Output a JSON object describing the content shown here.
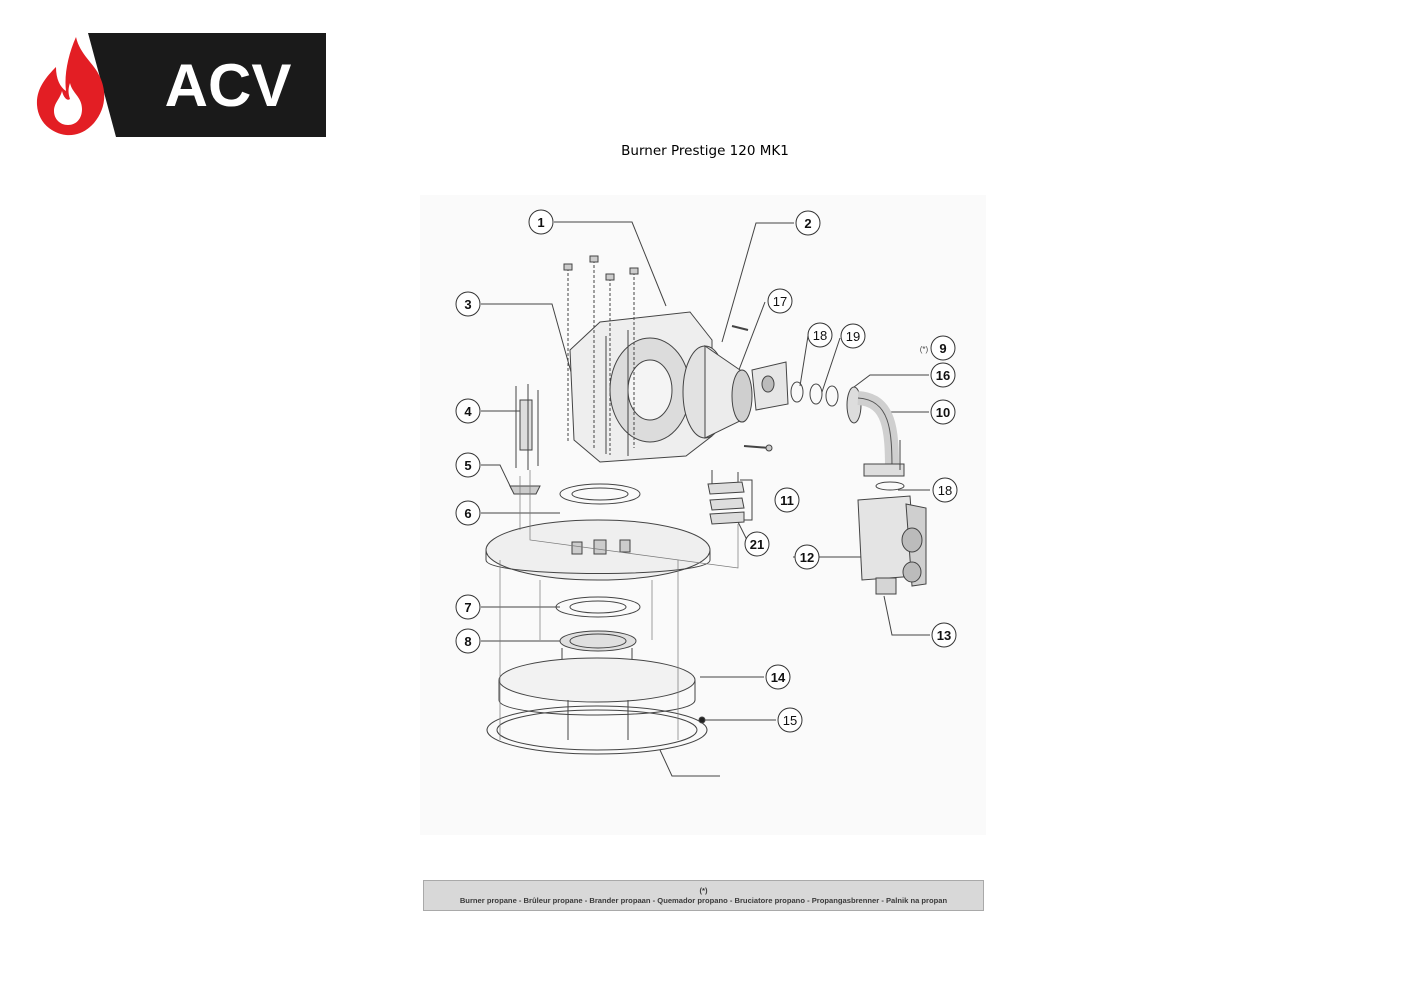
{
  "brand": {
    "name": "ACV",
    "accent_color": "#e31e24",
    "bar_color": "#1a1a1a"
  },
  "title": "Burner Prestige 120 MK1",
  "callouts": [
    {
      "label": "1",
      "bold": true
    },
    {
      "label": "2",
      "bold": true
    },
    {
      "label": "3",
      "bold": true
    },
    {
      "label": "4",
      "bold": true
    },
    {
      "label": "5",
      "bold": true
    },
    {
      "label": "6",
      "bold": true
    },
    {
      "label": "7",
      "bold": true
    },
    {
      "label": "8",
      "bold": true
    },
    {
      "label": "9",
      "bold": true
    },
    {
      "label": "10",
      "bold": true
    },
    {
      "label": "11",
      "bold": true
    },
    {
      "label": "12",
      "bold": true
    },
    {
      "label": "13",
      "bold": true
    },
    {
      "label": "14",
      "bold": true
    },
    {
      "label": "15",
      "bold": false
    },
    {
      "label": "16",
      "bold": true
    },
    {
      "label": "17",
      "bold": false
    },
    {
      "label": "18",
      "bold": false
    },
    {
      "label": "19",
      "bold": false
    },
    {
      "label": "18",
      "bold": false
    },
    {
      "label": "21",
      "bold": true
    }
  ],
  "propane_mark": "(*)",
  "footer": {
    "note": "(*)",
    "text": "Burner propane - Brûleur propane - Brander propaan - Quemador propano - Bruciatore propano - Propangasbrenner - Palnik na propan"
  }
}
